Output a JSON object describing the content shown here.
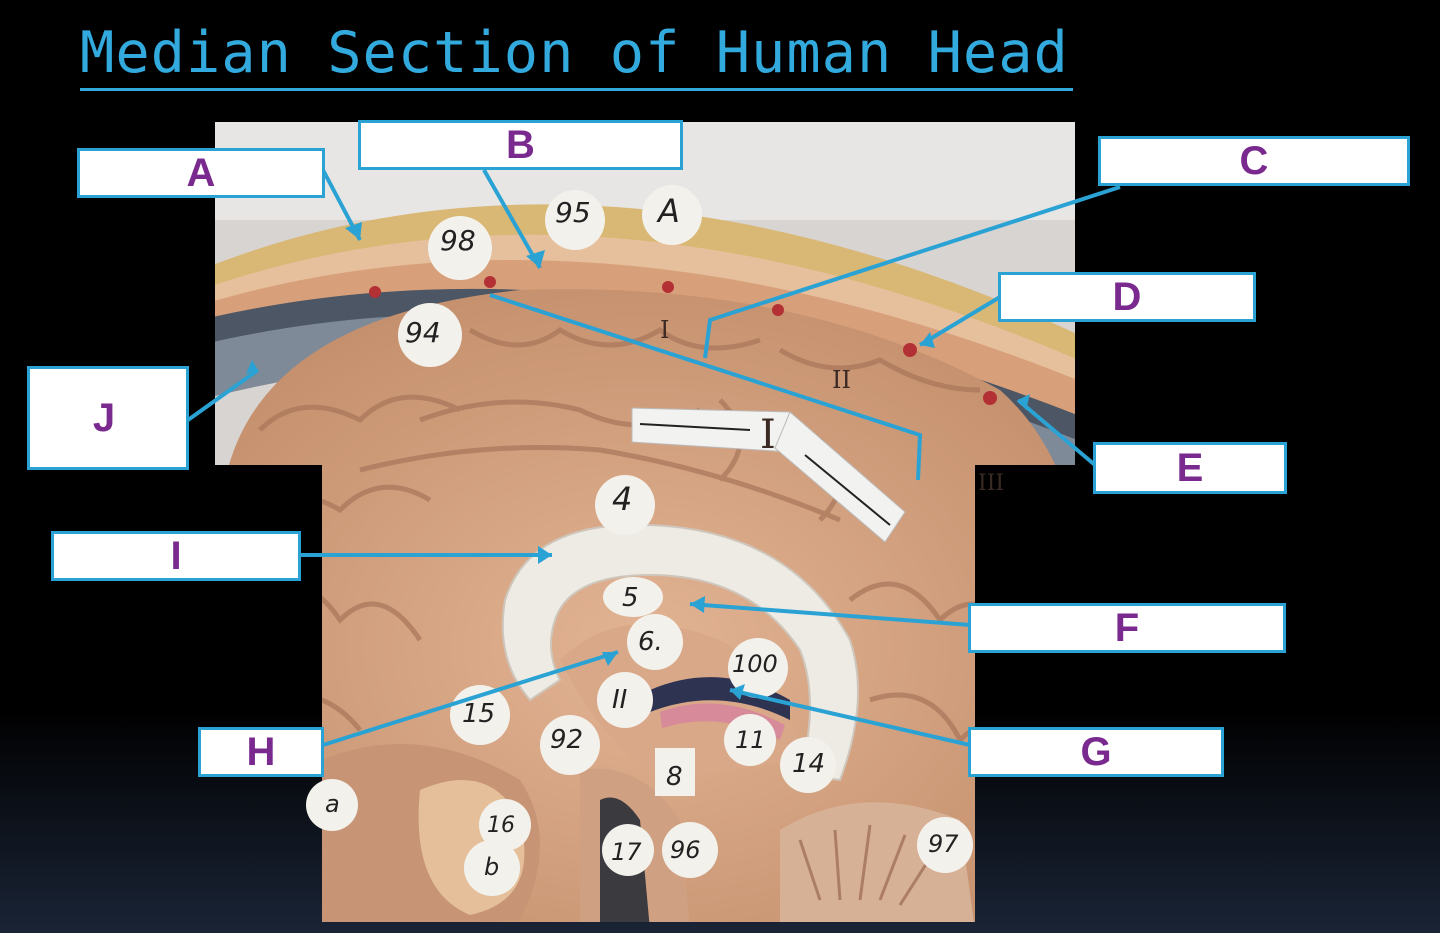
{
  "title": "Median Section of Human Head",
  "labels": {
    "A": "A",
    "B": "B",
    "C": "C",
    "D": "D",
    "E": "E",
    "F": "F",
    "G": "G",
    "H": "H",
    "I": "I",
    "J": "J"
  },
  "stickers": {
    "s98": "98",
    "s95": "95",
    "sA": "A",
    "s94": "94",
    "s4": "4",
    "s5": "5",
    "s6": "6.",
    "s100": "100",
    "s15": "15",
    "s92": "92",
    "s11": "II",
    "s11b": "11",
    "s14": "14",
    "s8": "8",
    "s16": "16",
    "s17": "17",
    "s96": "96",
    "s97": "97",
    "sa": "a",
    "sb": "b"
  },
  "model_marks": {
    "lobe1": "I",
    "lobe2": "II",
    "lobe3": "III",
    "tag": "I"
  },
  "colors": {
    "title": "#33aadd",
    "label_border": "#2aa3d4",
    "label_text": "#7a2a8e",
    "leader": "#2aa3d4"
  }
}
